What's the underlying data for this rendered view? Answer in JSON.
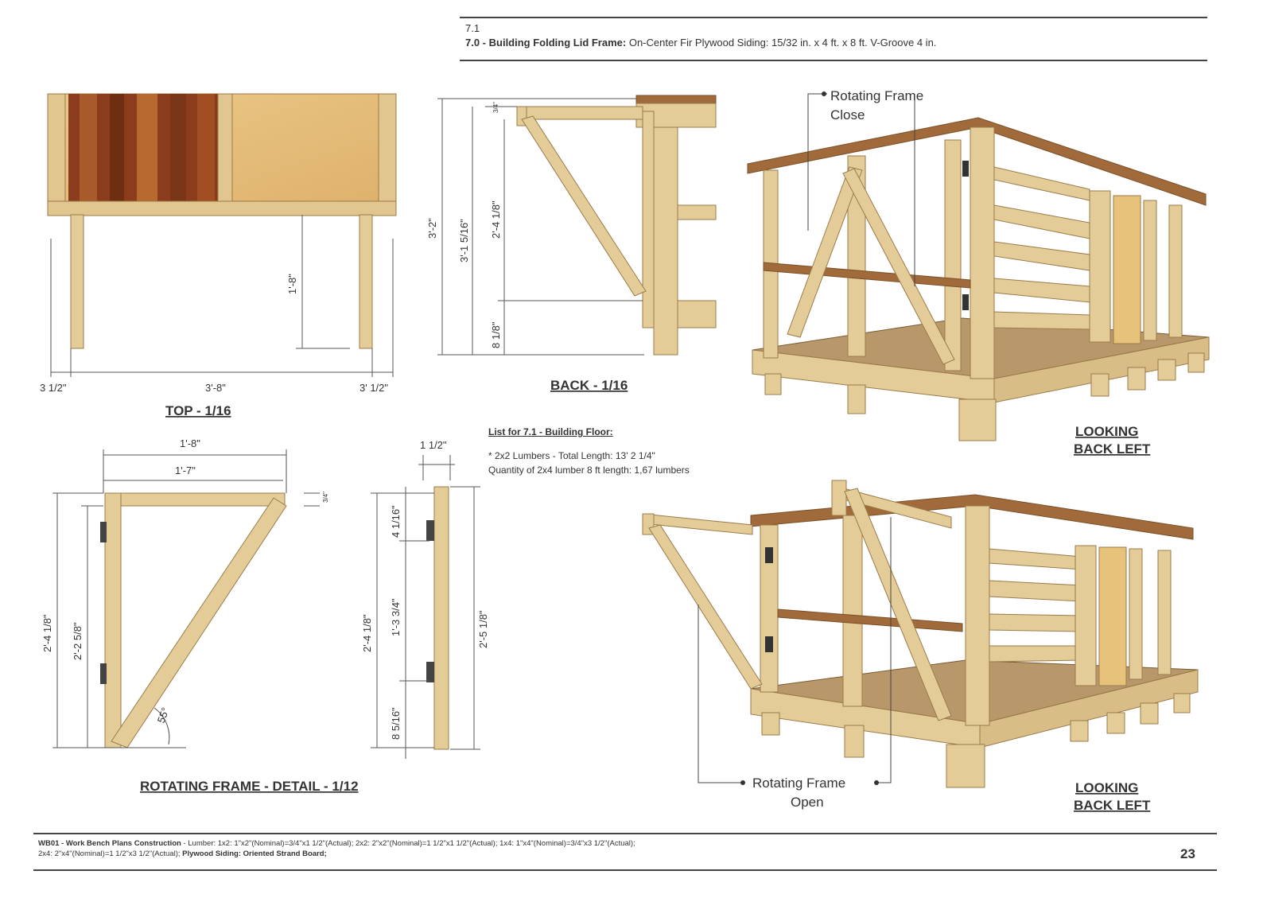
{
  "header": {
    "section": "7.1",
    "title": "7.0 - Building Folding Lid Frame:",
    "subtitle": "On-Center Fir Plywood Siding: 15/32 in. x 4 ft. x 8 ft. V-Groove 4 in."
  },
  "views": {
    "top": {
      "caption": "TOP - 1/16",
      "dims": [
        "3 1/2\"",
        "3'-8\"",
        "3' 1/2\"",
        "1'-8\""
      ]
    },
    "back": {
      "caption": "BACK - 1/16",
      "dims": [
        "3'-2\"",
        "3'-1 5/16\"",
        "2'-4 1/8\"",
        "8 1/8\"",
        "3/4\""
      ]
    },
    "rotating": {
      "caption": "ROTATING FRAME - DETAIL - 1/12",
      "dims": [
        "1'-8\"",
        "1'-7\"",
        "2'-4 1/8\"",
        "2'-2 5/8\"",
        "55°",
        "3/4\""
      ]
    },
    "side": {
      "dims": [
        "1 1/2\"",
        "4 1/16\"",
        "1'-3 3/4\"",
        "2'-4 1/8\"",
        "8 5/16\"",
        "2'-5 1/8\""
      ]
    },
    "iso1": {
      "caption_l1": "LOOKING",
      "caption_l2": "BACK LEFT",
      "callout_l1": "Rotating Frame",
      "callout_l2": "Close"
    },
    "iso2": {
      "caption_l1": "LOOKING",
      "caption_l2": "BACK LEFT",
      "callout_l1": "Rotating Frame",
      "callout_l2": "Open"
    }
  },
  "list": {
    "title": "List for 7.1 - Building Floor:",
    "line1": "* 2x2 Lumbers - Total Length: 13' 2 1/4\"",
    "line2": "Quantity of 2x4 lumber 8 ft length: 1,67 lumbers"
  },
  "footer": {
    "brand": "WB01 - Work Bench Plans Construction",
    "line1": " - Lumber: 1x2: 1\"x2\"(Nominal)=3/4\"x1 1/2\"(Actual); 2x2: 2\"x2\"(Nominal)=1 1/2\"x1 1/2\"(Actual); 1x4: 1\"x4\"(Nominal)=3/4\"x3 1/2\"(Actual);",
    "line2a": "2x4: 2\"x4\"(Nominal)=1 1/2\"x3 1/2\"(Actual); ",
    "line2b": "Plywood Siding: Oriented Strand Board;",
    "page": "23"
  },
  "colors": {
    "wood": "#e4cc98",
    "wood_dark": "#b89a63",
    "osb": "#e7c27a",
    "floor": "#b8986a",
    "top_board": "#a06a3a"
  }
}
